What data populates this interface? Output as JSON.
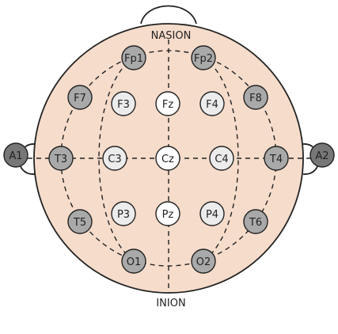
{
  "landmarks": {
    "top": "NASION",
    "bottom": "INION"
  },
  "colors": {
    "scalp": "#f6dccb",
    "outline": "#222222",
    "ear_electrode": "#777777",
    "dark_electrode": "#a9a9a9",
    "light_electrode": "#ececec",
    "white_electrode": "#ffffff"
  },
  "electrodes": {
    "fp1": "Fp1",
    "fp2": "Fp2",
    "f7": "F7",
    "f3": "F3",
    "fz": "Fz",
    "f4": "F4",
    "f8": "F8",
    "a1": "A1",
    "t3": "T3",
    "c3": "C3",
    "cz": "Cz",
    "c4": "C4",
    "t4": "T4",
    "a2": "A2",
    "t5": "T5",
    "p3": "P3",
    "pz": "Pz",
    "p4": "P4",
    "t6": "T6",
    "o1": "O1",
    "o2": "O2"
  }
}
